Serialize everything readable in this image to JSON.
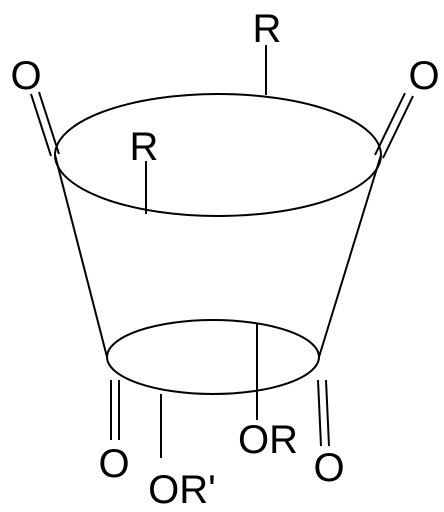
{
  "labels": {
    "top_r": "R",
    "inner_r": "R",
    "top_left_o": "O",
    "top_right_o": "O",
    "bottom_left_o": "O",
    "bottom_right_o": "O",
    "bottom_or": "OR",
    "bottom_or_prime": "OR'"
  },
  "colors": {
    "stroke": "#000000",
    "background": "#ffffff"
  }
}
